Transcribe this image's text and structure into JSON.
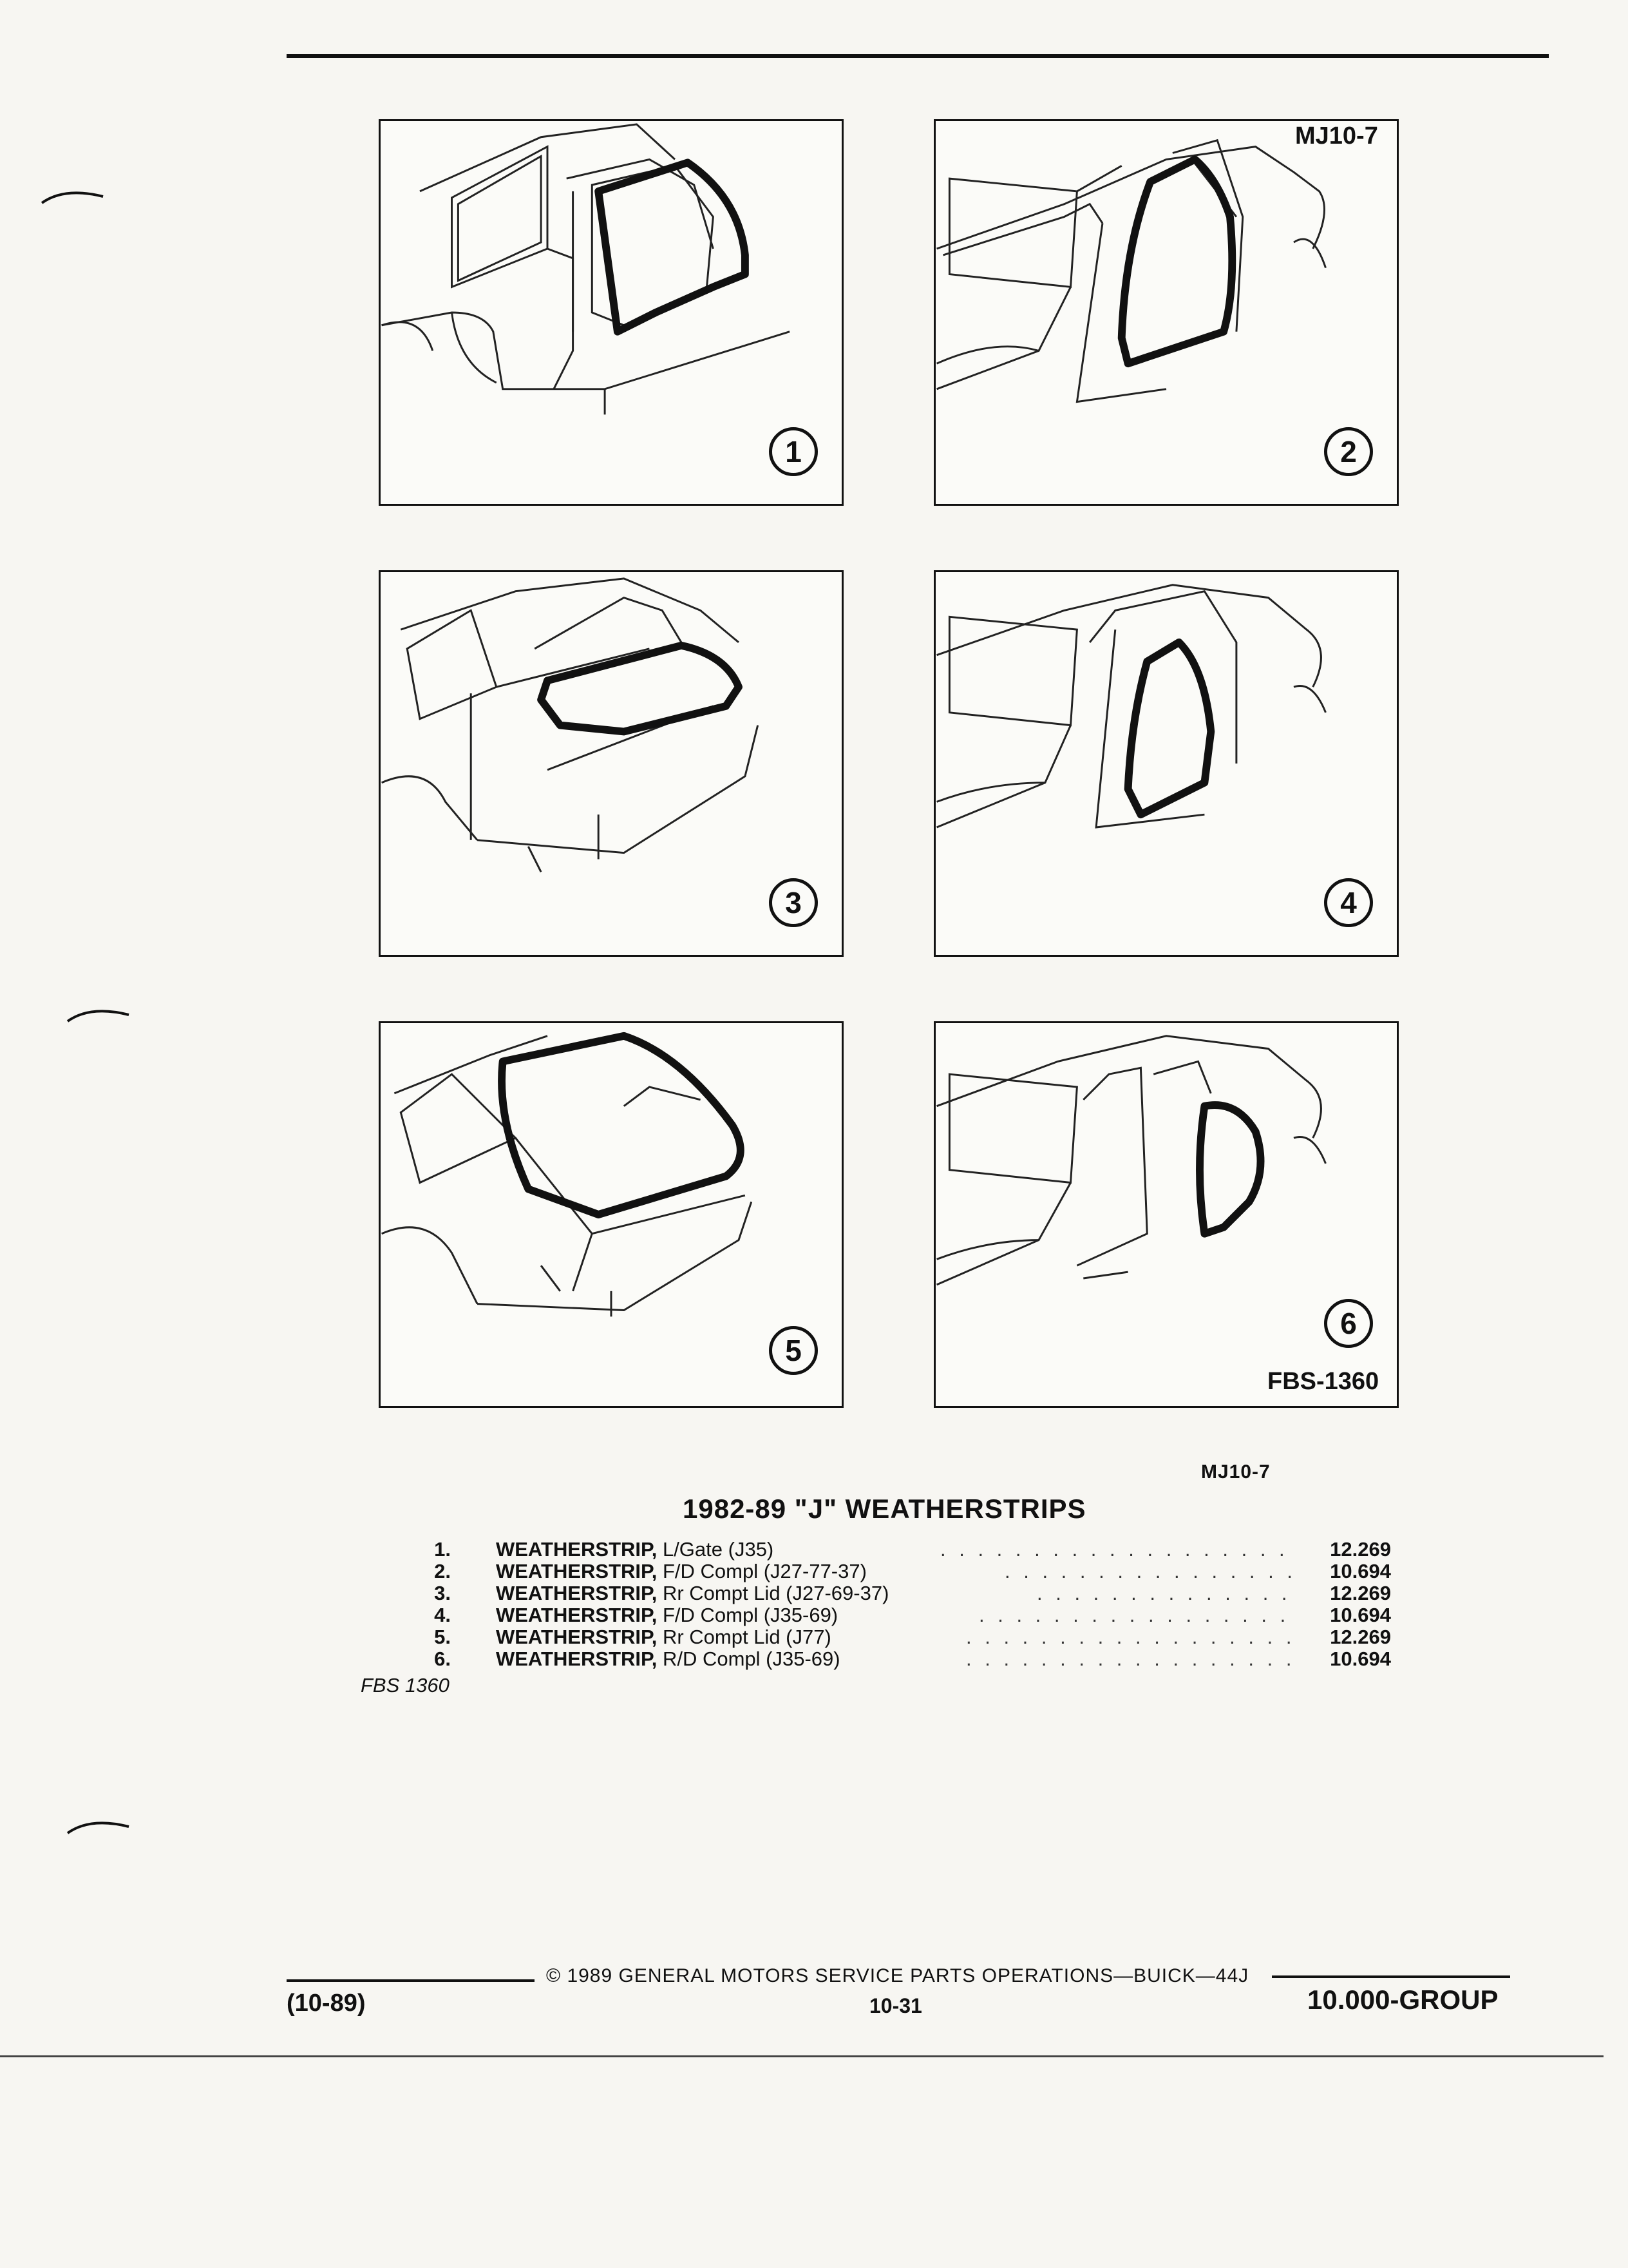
{
  "figure_labels": {
    "top_right": "MJ10-7",
    "bottom_right": "FBS-1360"
  },
  "panels": [
    {
      "number": "1"
    },
    {
      "number": "2"
    },
    {
      "number": "3"
    },
    {
      "number": "4"
    },
    {
      "number": "5"
    },
    {
      "number": "6"
    }
  ],
  "caption_code": "MJ10-7",
  "table": {
    "title": "1982-89 \"J\" WEATHERSTRIPS",
    "rows": [
      {
        "num": "1.",
        "part": "WEATHERSTRIP,",
        "detail": "L/Gate (J35)",
        "value": "12.269"
      },
      {
        "num": "2.",
        "part": "WEATHERSTRIP,",
        "detail": "F/D Compl (J27-77-37)",
        "value": "10.694"
      },
      {
        "num": "3.",
        "part": "WEATHERSTRIP,",
        "detail": "Rr Compt Lid (J27-69-37)",
        "value": "12.269"
      },
      {
        "num": "4.",
        "part": "WEATHERSTRIP,",
        "detail": "F/D Compl (J35-69)",
        "value": "10.694"
      },
      {
        "num": "5.",
        "part": "WEATHERSTRIP,",
        "detail": "Rr Compt Lid (J77)",
        "value": "12.269"
      },
      {
        "num": "6.",
        "part": "WEATHERSTRIP,",
        "detail": "R/D Compl (J35-69)",
        "value": "10.694"
      }
    ],
    "footnote": "FBS 1360"
  },
  "footer": {
    "copyright": "© 1989 GENERAL MOTORS SERVICE PARTS OPERATIONS—BUICK—44J",
    "date": "(10-89)",
    "page": "10-31",
    "group": "10.000-GROUP"
  }
}
